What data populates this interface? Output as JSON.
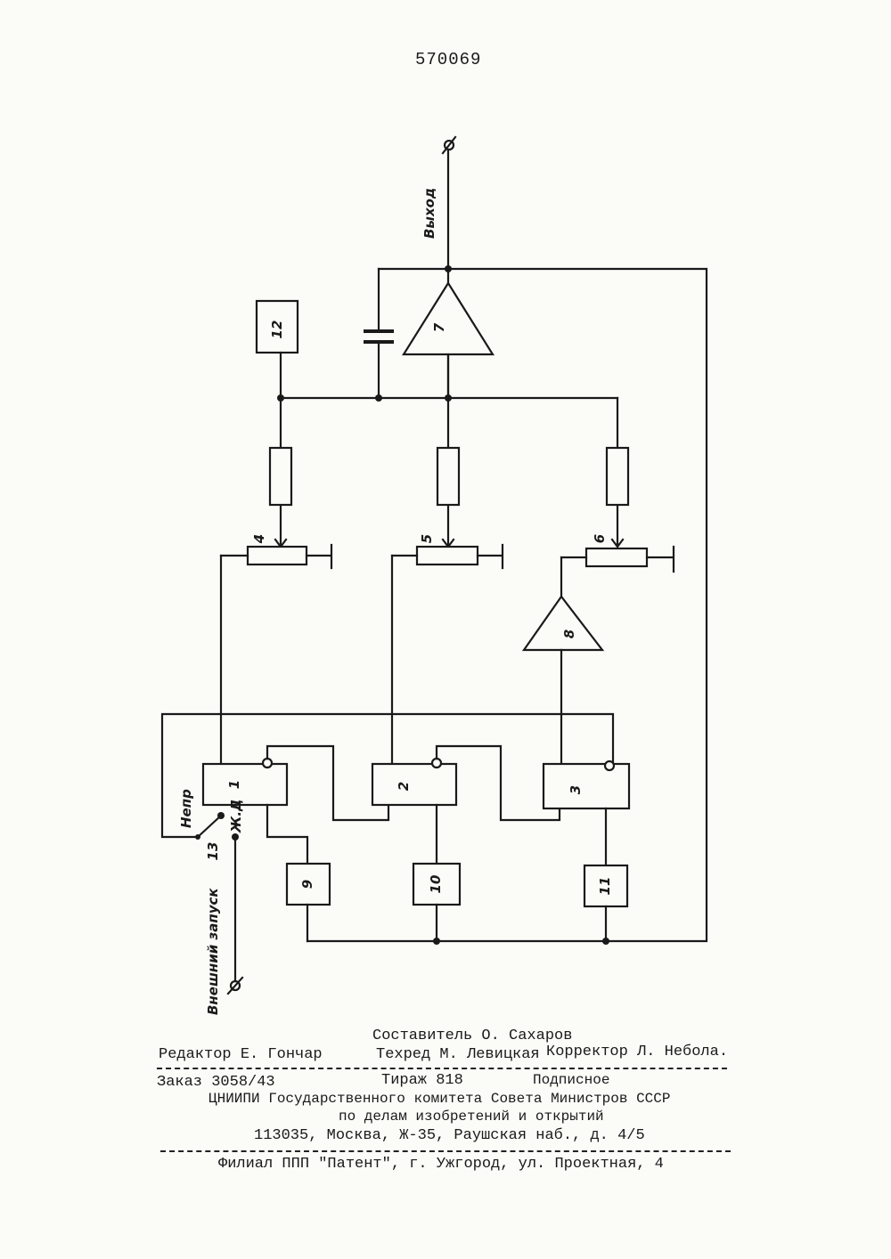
{
  "patent_number": "570069",
  "diagram": {
    "output_label": "Выход",
    "mode_continuous": "Непр",
    "mode_standby": "Ж.Д",
    "external_trigger": "Внешний запуск",
    "blocks": [
      "1",
      "2",
      "3",
      "4",
      "5",
      "6",
      "7",
      "8",
      "9",
      "10",
      "11",
      "12",
      "13"
    ]
  },
  "imprint": {
    "compiler": "Составитель О. Сахаров",
    "editor": "Редактор Е. Гончар",
    "tech_editor": "Техред М. Левицкая",
    "corrector": "Корректор   Л. Небола.",
    "order": "Заказ 3058/43",
    "circulation": "Тираж 818",
    "subscription": "Подписное",
    "org_line1": "ЦНИИПИ Государственного комитета Совета Министров СССР",
    "org_line2": "по делам изобретений и открытий",
    "address": "113035, Москва, Ж-35, Раушская наб., д. 4/5",
    "branch": "Филиал ППП \"Патент\", г. Ужгород, ул. Проектная, 4"
  }
}
